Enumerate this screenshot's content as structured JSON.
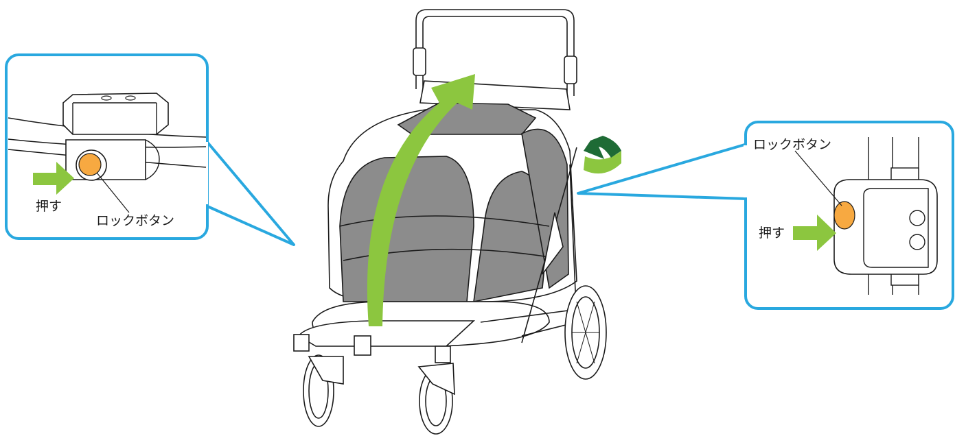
{
  "left_callout": {
    "push_label": "押す",
    "lock_button_label": "ロックボタン"
  },
  "right_callout": {
    "push_label": "押す",
    "lock_button_label": "ロックボタン"
  },
  "colors": {
    "callout_border": "#29a8df",
    "arrow_green": "#8cc63f",
    "arrow_dark_green": "#1e6b35",
    "lock_button": "#f7a941",
    "canopy_gray": "#8c8c8c",
    "line": "#1a1a1a"
  },
  "icons": {
    "main_arrow": "curved-up-arrow",
    "rotate_arrow": "rotate-arrow",
    "push_arrows": "push-arrow"
  }
}
